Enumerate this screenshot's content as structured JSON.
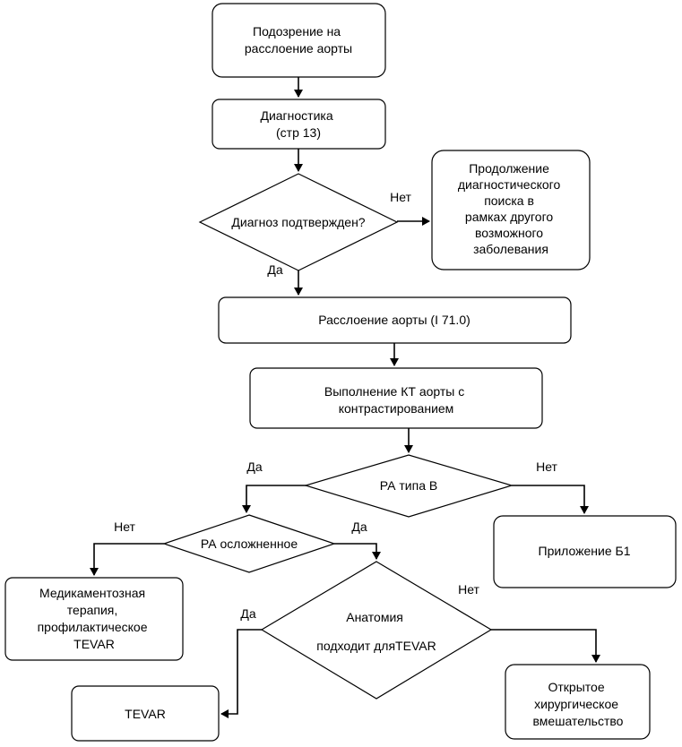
{
  "nodes": {
    "suspicion": [
      "Подозрение на",
      "расслоение аорты"
    ],
    "diagnostics": [
      "Диагностика",
      "(стр 13)"
    ],
    "diagnosis_confirmed": [
      "Диагноз подтвержден?"
    ],
    "continue_search": [
      "Продолжение",
      "диагностического",
      "поиска в",
      "рамках другого",
      "возможного",
      "заболевания"
    ],
    "dissection": [
      "Расслоение аорты (I 71.0)"
    ],
    "ct": [
      "Выполнение КТ аорты с",
      "контрастированием"
    ],
    "type_b": [
      "РА типа В"
    ],
    "appendix_b1": [
      "Приложение Б1"
    ],
    "complicated": [
      "РА осложненное"
    ],
    "medical_therapy": [
      "Медикаментозная",
      "терапия,",
      "профилактическое",
      "TEVAR"
    ],
    "anatomy": [
      "Анатомия",
      "подходит дляTEVAR"
    ],
    "tevar": [
      "TEVAR"
    ],
    "open_surgery": [
      "Открытое",
      "хирургическое",
      "вмешательство"
    ]
  },
  "edge_labels": {
    "no_1": "Нет",
    "yes_1": "Да",
    "yes_2": "Да",
    "no_2": "Нет",
    "no_3": "Нет",
    "yes_3": "Да",
    "no_4": "Нет",
    "yes_4": "Да"
  }
}
